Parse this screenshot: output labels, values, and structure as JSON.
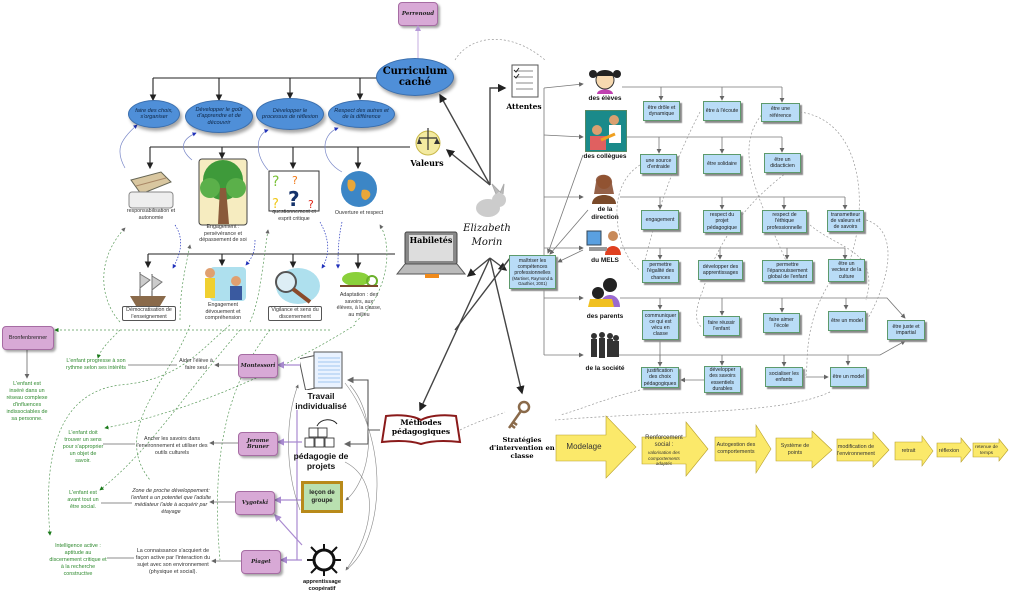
{
  "author": {
    "first": "Elizabeth",
    "last": "Morin"
  },
  "perrenoud": "Perrenoud",
  "curriculum": {
    "title": "Curriculum caché",
    "clouds": [
      "faire des choix, s'organiser",
      "Développer le goût d'apprendre et de découvrir",
      "Développer le processus de réflexion",
      "Respect des autres et de la différence"
    ]
  },
  "valeurs": {
    "title": "Valeurs",
    "items": [
      "responsabilisation et autonomie",
      "Engagement : persévérance et dépassement de soi",
      "questionnement et esprit critique",
      "Ouverture et respect"
    ]
  },
  "habiletes": {
    "title": "Habiletés",
    "items": [
      "Démocratisation de l'enseignement",
      "Engagement dévouement et compréhension",
      "Vigilance et sens du discernement",
      "Adaptation : des savoirs, aux élèves, à la classe, au milieu"
    ]
  },
  "attentes": {
    "title": "Attentes",
    "competences": "maîtriser les compétences professionnelles",
    "competences_ref": "(Martinet, Raymond & Gauthier, 2001)",
    "groups": [
      {
        "label": "des élèves",
        "items": [
          "être drôle et dynamique",
          "être à l'écoute",
          "être une référence"
        ]
      },
      {
        "label": "des collègues",
        "items": [
          "une source d'entraide",
          "être solidaire",
          "être un didacticien"
        ]
      },
      {
        "label": "de la direction",
        "items": [
          "engagement",
          "respect du projet pédagogique",
          "respect de l'éthique professionnelle",
          "transmetteur de valeurs et de savoirs"
        ]
      },
      {
        "label": "du MELS",
        "items": [
          "permettre l'égalité des chances",
          "développer des apprentissages",
          "permettre l'épanouissement global de l'enfant",
          "être un vecteur de la culture"
        ]
      },
      {
        "label": "des parents",
        "items": [
          "communiquer ce qui est vécu en classe",
          "faire réussir l'enfant",
          "faire aimer l'école",
          "être un model",
          "être juste et impartial"
        ]
      },
      {
        "label": "de la société",
        "items": [
          "justification des choix pédagogiques",
          "développer des savoirs essentiels durables",
          "socialiser les enfants",
          "être un model"
        ]
      }
    ]
  },
  "strategies": {
    "title": "Stratégies d'intervention en classe",
    "steps": [
      "Modelage",
      "Renforcement social :",
      "valorisation des comportements adaptés",
      "Autogestion des comportements",
      "Système de points",
      "modification de l'environnement",
      "retrait",
      "réflexion",
      "retenue de temps"
    ]
  },
  "methodes": {
    "title": "Méthodes pédagogiques",
    "items": [
      "Travail individualisé",
      "pédagogie de projets",
      "leçon de groupe",
      "apprentissage coopératif"
    ]
  },
  "theorists": [
    {
      "name": "Montessori",
      "idea": "Aider l'élève à faire seul",
      "principle": "L'enfant progresse à son rythme selon ses intérêts"
    },
    {
      "name": "Jerome Bruner",
      "idea": "Ancrer les savoirs dans l'environnement et utiliser des outils culturels",
      "principle": "L'enfant doit trouver un sens pour s'approprier un objet de savoir."
    },
    {
      "name": "Vygotski",
      "idea": "Zone de proche développement: l'enfant a un potentiel que l'adulte médiateur l'aide à acquérir par étayage",
      "principle": "L'enfant est avant tout un être social."
    },
    {
      "name": "Piaget",
      "idea": "La connaissance s'acquiert de façon active par l'interaction du sujet avec son environnement (physique et social).",
      "principle": "Intelligence active : aptitude au discernement critique et à la recherche constructive"
    }
  ],
  "bronfenbrenner": {
    "name": "Bronfenbrenner",
    "principle": "L'enfant est inséré dans un réseau complexe d'influences indissociables de sa personne."
  },
  "colors": {
    "cloud": "#4f8fd8",
    "box": "#b9dcf7",
    "theorist": "#d8a9d6",
    "arrow": "#fbe96a",
    "green_text": "#2f8a2f"
  }
}
